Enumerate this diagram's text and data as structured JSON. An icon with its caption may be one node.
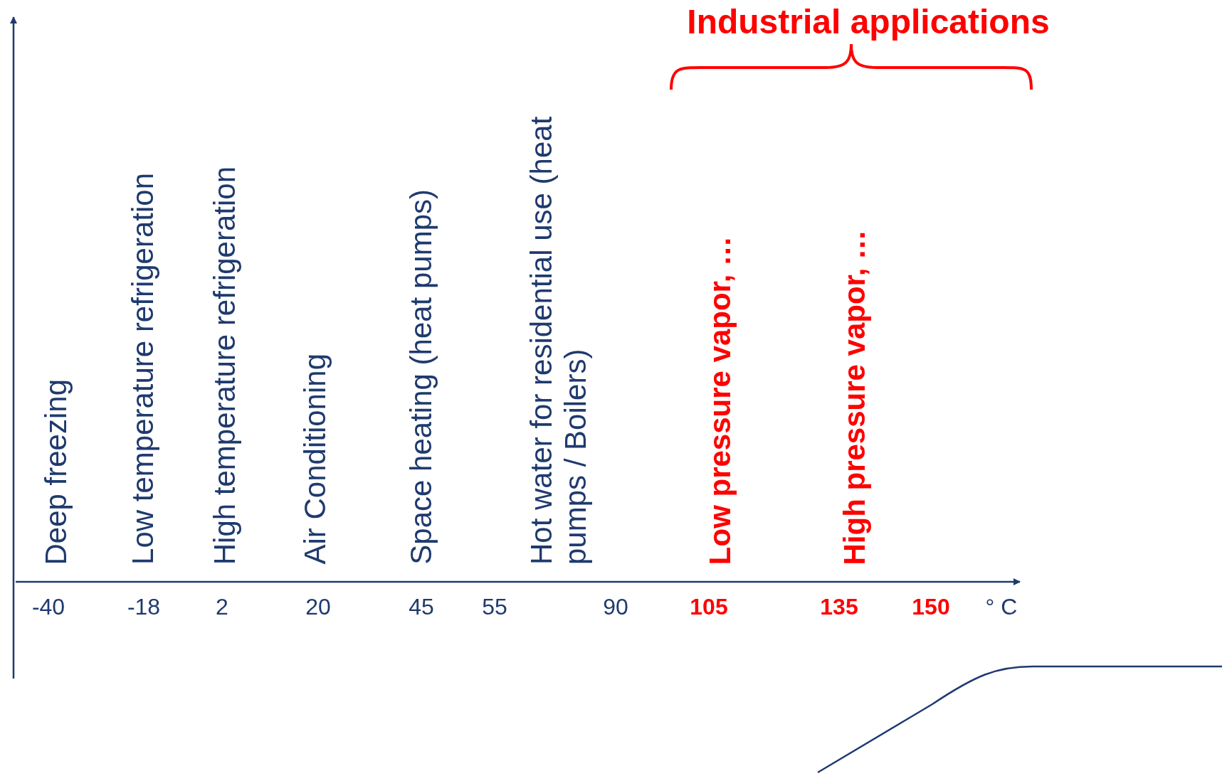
{
  "diagram": {
    "labels": [
      "Industrial applications",
      "Deep freezing",
      "Low temperature refrigeration",
      "High temperature refrigeration",
      "Air Conditioning",
      "Space heating (heat pumps)",
      "Hot water for residential use (heat pumps / Boilers)",
      "Low pressure vapor, …",
      "High pressure vapor, …",
      "-40",
      "-18",
      "2",
      "20",
      "45",
      "55",
      "90",
      "105",
      "135",
      "150",
      "° C"
    ]
  }
}
